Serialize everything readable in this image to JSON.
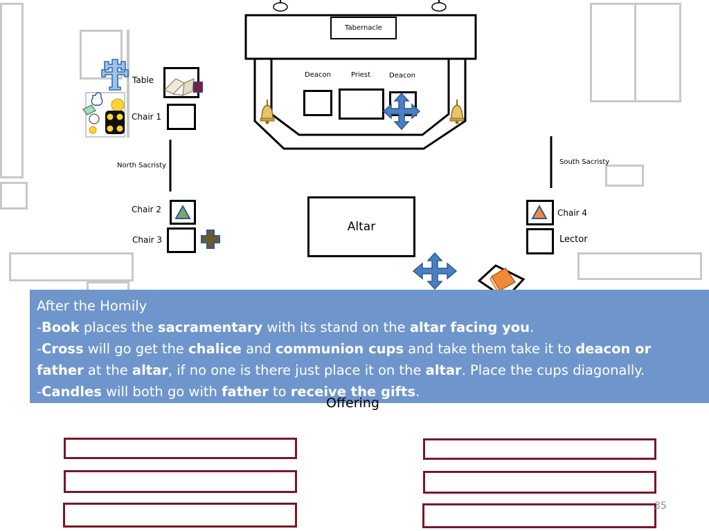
{
  "labels": {
    "tabernacle": "Tabernacle",
    "deacon_left": "Deacon",
    "priest": "Priest",
    "deacon_right": "Deacon",
    "table": "Table",
    "chair1": "Chair 1",
    "north_sacristy": "North Sacristy",
    "south_sacristy": "South Sacristy",
    "chair2": "Chair 2",
    "chair3": "Chair 3",
    "chair4": "Chair 4",
    "lector": "Lector",
    "altar": "Altar",
    "offering": "Offering",
    "page_number": "35"
  },
  "instructions": {
    "title": "After the Homily",
    "lines": [
      [
        {
          "t": "-",
          "b": false
        },
        {
          "t": "Book",
          "b": true
        },
        {
          "t": " places the ",
          "b": false
        },
        {
          "t": "sacramentary",
          "b": true
        },
        {
          "t": " with its stand on the ",
          "b": false
        },
        {
          "t": "altar facing you",
          "b": true
        },
        {
          "t": ".",
          "b": false
        }
      ],
      [
        {
          "t": "-",
          "b": false
        },
        {
          "t": "Cross",
          "b": true
        },
        {
          "t": " will go get the ",
          "b": false
        },
        {
          "t": "chalice",
          "b": true
        },
        {
          "t": " and ",
          "b": false
        },
        {
          "t": "communion cups",
          "b": true
        },
        {
          "t": " and take them take it to ",
          "b": false
        },
        {
          "t": "deacon or",
          "b": true
        }
      ],
      [
        {
          "t": "father",
          "b": true
        },
        {
          "t": " at the ",
          "b": false
        },
        {
          "t": "altar",
          "b": true
        },
        {
          "t": ", if no one is there just place it on the ",
          "b": false
        },
        {
          "t": "altar",
          "b": true
        },
        {
          "t": ".  Place the cups diagonally.",
          "b": false
        }
      ],
      [
        {
          "t": "-",
          "b": false
        },
        {
          "t": "Candles",
          "b": true
        },
        {
          "t": " will both go with ",
          "b": false
        },
        {
          "t": "father",
          "b": true
        },
        {
          "t": " to ",
          "b": false
        },
        {
          "t": "receive the gifts",
          "b": true
        },
        {
          "t": ".",
          "b": false
        }
      ]
    ]
  },
  "colors": {
    "panel_bg": "#6f96cc",
    "pew_border": "#7b1526",
    "arrow_blue": "#4a7fc1",
    "gray_outline": "#c8c8c8"
  },
  "icons": [
    "cross-processional-icon",
    "book-icon",
    "candle-bell-icon",
    "move-arrows-icon",
    "triangle-marker-icon",
    "plus-marker-icon",
    "sacramentary-book-icon",
    "vessels-icon"
  ]
}
